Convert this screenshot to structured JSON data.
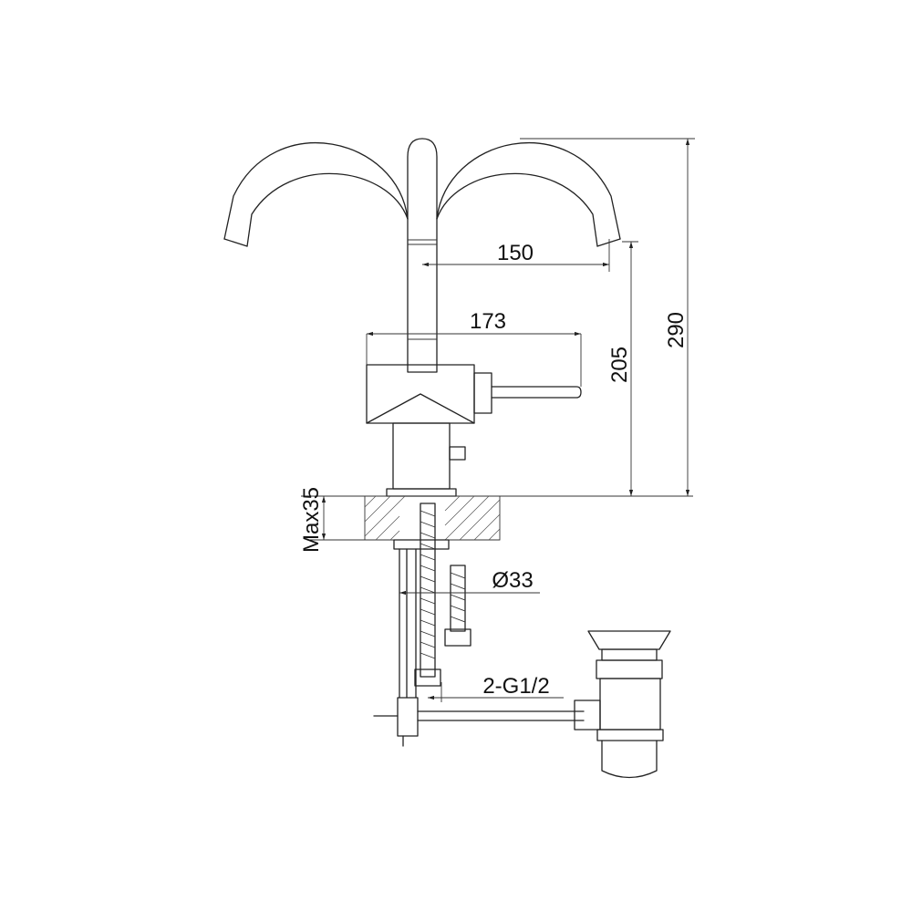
{
  "dimensions": {
    "spout_reach": "150",
    "overall_depth": "173",
    "spout_height": "205",
    "overall_height": "290",
    "max_deck_thickness": "Max35",
    "hole_diameter": "Ø33",
    "connection_thread": "2-G1/2"
  }
}
